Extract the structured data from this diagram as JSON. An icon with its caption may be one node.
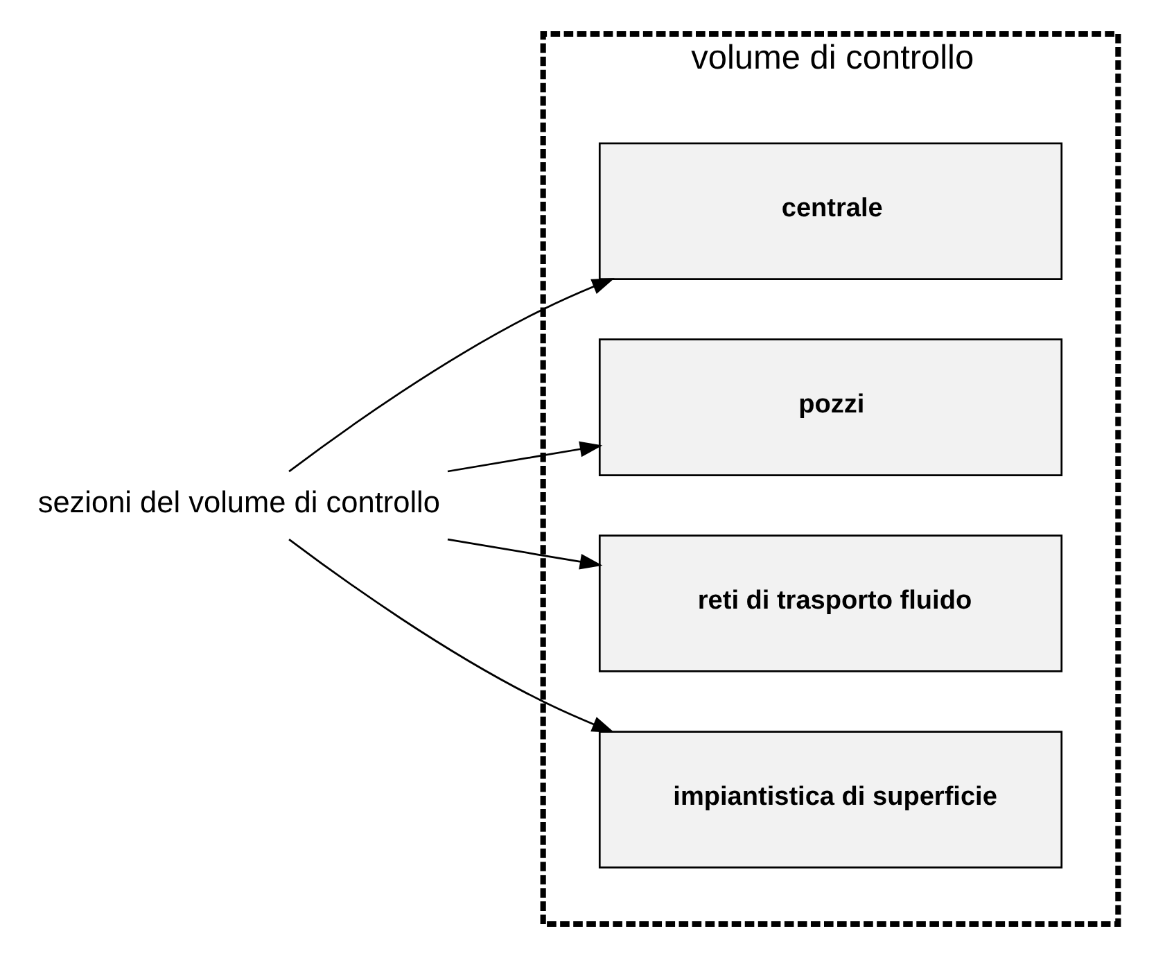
{
  "diagram": {
    "nodes": [
      {
        "text": [
          "volume di controllo"
        ]
      },
      {
        "text": [
          "centrale"
        ],
        "in": 0
      },
      {
        "text": [
          "pozzi"
        ],
        "in": 0
      },
      {
        "text": [
          "reti di trasporto fluido"
        ],
        "in": 0
      },
      {
        "text": [
          "impiantistica di superficie"
        ],
        "in": 0
      },
      {
        "text": [
          "sezioni del volume di controllo"
        ]
      }
    ],
    "edges": [
      {
        "from": 5,
        "to": 1,
        "arrow": "to"
      },
      {
        "from": 5,
        "to": 2,
        "arrow": "to"
      },
      {
        "from": 5,
        "to": 3,
        "arrow": "to"
      },
      {
        "from": 5,
        "to": 4,
        "arrow": "to"
      }
    ]
  }
}
